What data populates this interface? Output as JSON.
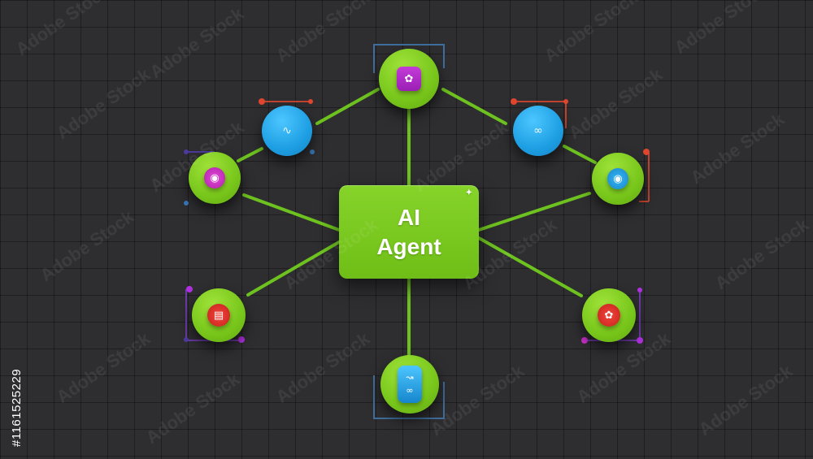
{
  "hub": {
    "line1": "AI",
    "line2": "Agent"
  },
  "stock_id": "#1161525229"
}
